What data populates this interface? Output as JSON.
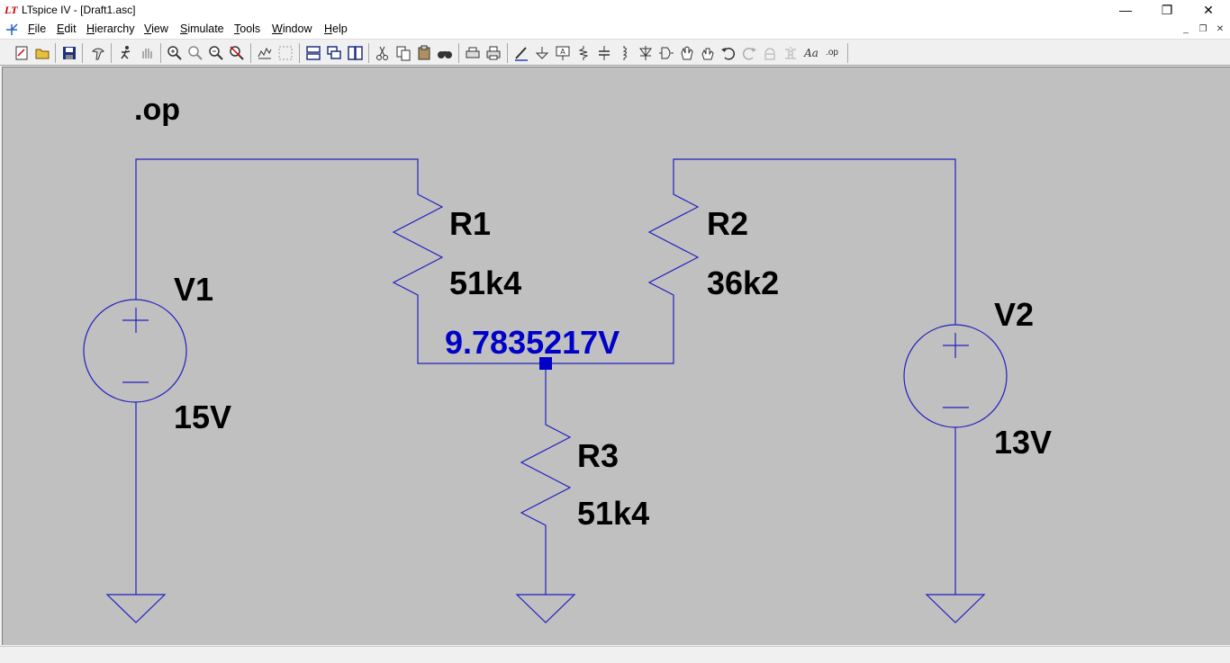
{
  "window": {
    "app_logo": "LT",
    "title": "LTspice IV - [Draft1.asc]",
    "minimize": "—",
    "restore": "❐",
    "close": "✕"
  },
  "menu": {
    "items": [
      {
        "label": "File",
        "u": "F",
        "rest": "ile"
      },
      {
        "label": "Edit",
        "u": "E",
        "rest": "dit"
      },
      {
        "label": "Hierarchy",
        "u": "H",
        "rest": "ierarchy"
      },
      {
        "label": "View",
        "u": "V",
        "rest": "iew"
      },
      {
        "label": "Simulate",
        "u": "S",
        "rest": "imulate"
      },
      {
        "label": "Tools",
        "u": "T",
        "rest": "ools"
      },
      {
        "label": "Window",
        "u": "W",
        "rest": "indow"
      },
      {
        "label": "Help",
        "u": "H",
        "rest": "elp"
      }
    ],
    "mdi_minimize": "_",
    "mdi_restore": "❐",
    "mdi_close": "✕"
  },
  "toolbar": {
    "buttons": [
      "new-schematic-icon",
      "open-icon",
      "save-icon",
      "control-panel-icon",
      "run-icon",
      "halt-icon",
      "zoom-in-icon",
      "pan-icon",
      "zoom-out-icon",
      "zoom-fit-icon",
      "autorange-icon",
      "grid-icon",
      "tile-horizontal-icon",
      "cascade-icon",
      "tile-vertical-icon",
      "cut-icon",
      "copy-icon",
      "paste-icon",
      "find-icon",
      "print-setup-icon",
      "print-icon",
      "wire-icon",
      "ground-icon",
      "label-net-icon",
      "resistor-icon",
      "capacitor-icon",
      "inductor-icon",
      "diode-icon",
      "component-icon",
      "move-icon",
      "drag-icon",
      "undo-icon",
      "redo-icon",
      "rotate-icon",
      "mirror-icon",
      "text-icon",
      "spice-directive-icon"
    ],
    "text_label": "Aa",
    "directive_label": ".op"
  },
  "schematic": {
    "directive": ".op",
    "v1": {
      "name": "V1",
      "value": "15V"
    },
    "v2": {
      "name": "V2",
      "value": "13V"
    },
    "r1": {
      "name": "R1",
      "value": "51k4"
    },
    "r2": {
      "name": "R2",
      "value": "36k2"
    },
    "r3": {
      "name": "R3",
      "value": "51k4"
    },
    "node_voltage": "9.7835217V",
    "wire_color": "#2020c0",
    "label_color": "#000000",
    "voltage_color": "#0000c8",
    "background": "#c0c0c0"
  }
}
